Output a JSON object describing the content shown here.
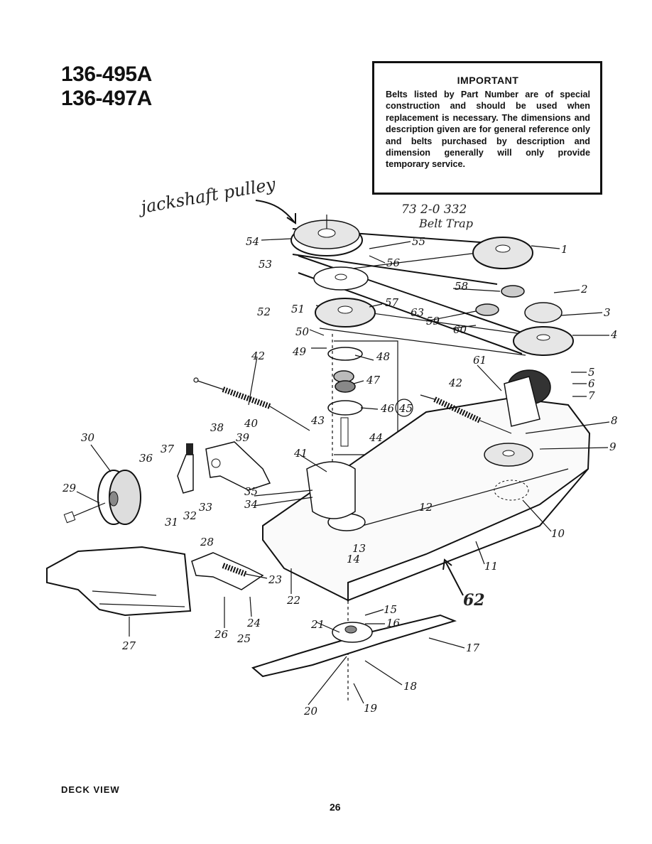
{
  "header": {
    "model_1": "136-495A",
    "model_2": "136-497A"
  },
  "important_box": {
    "heading": "IMPORTANT",
    "body": "Belts listed by Part Number are of special construction and should be used when replacement is necessary. The dimensions and description given are for general reference only and belts purchased by description and dimension generally will only provide temporary service."
  },
  "handwritten": {
    "jackshaft_note": "jackshaft pulley",
    "part_note": "73 2-0 332",
    "belt_trap_note": "Belt Trap",
    "deck_number": "62"
  },
  "callouts": [
    "1",
    "2",
    "3",
    "4",
    "5",
    "6",
    "7",
    "8",
    "9",
    "10",
    "11",
    "12",
    "13",
    "14",
    "15",
    "16",
    "17",
    "18",
    "19",
    "20",
    "21",
    "22",
    "23",
    "24",
    "25",
    "26",
    "27",
    "28",
    "29",
    "30",
    "31",
    "32",
    "33",
    "34",
    "35",
    "36",
    "37",
    "38",
    "39",
    "40",
    "41",
    "42",
    "42",
    "43",
    "44",
    "45",
    "46",
    "47",
    "48",
    "49",
    "50",
    "51",
    "52",
    "53",
    "54",
    "55",
    "56",
    "57",
    "58",
    "59",
    "60",
    "61",
    "63"
  ],
  "footer": {
    "section_label": "DECK VIEW",
    "page_number": "26"
  }
}
